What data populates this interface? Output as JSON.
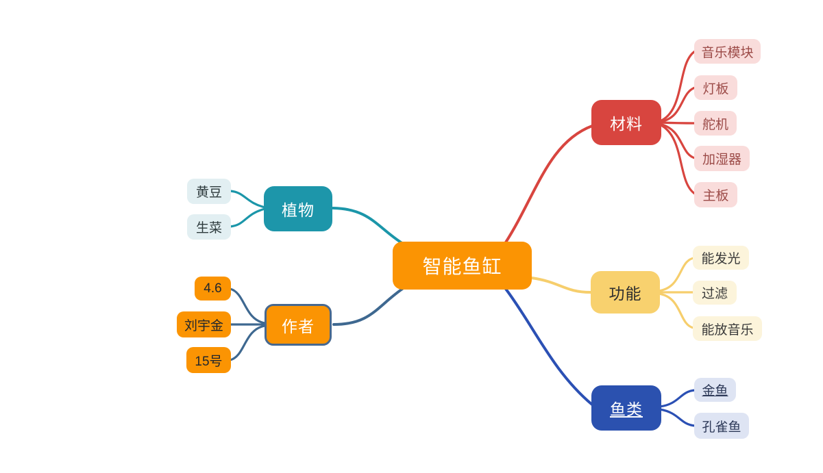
{
  "diagram": {
    "type": "mindmap",
    "background": "#ffffff",
    "root": {
      "label": "智能鱼缸",
      "color": "#FB9403",
      "text_color": "#ffffff"
    },
    "branches": [
      {
        "id": "materials",
        "label": "材料",
        "node_color": "#D8453F",
        "line_color": "#D8453F",
        "child_bg": "#F9DCDB",
        "child_text_color": "#9C4B48",
        "children": [
          "音乐模块",
          "灯板",
          "舵机",
          "加湿器",
          "主板"
        ]
      },
      {
        "id": "functions",
        "label": "功能",
        "node_color": "#F8D16E",
        "line_color": "#F6CE6C",
        "child_bg": "#FCF4DB",
        "child_text_color": "#3A3A3A",
        "children": [
          "能发光",
          "过滤",
          "能放音乐"
        ]
      },
      {
        "id": "fish",
        "label": "鱼类",
        "node_color": "#2B51AF",
        "line_color": "#2B50B4",
        "child_bg": "#DEE4F3",
        "child_text_color": "#2E3A59",
        "children": [
          "金鱼",
          "孔雀鱼"
        ]
      },
      {
        "id": "plants",
        "label": "植物",
        "node_color": "#1D96AA",
        "line_color": "#1B96A9",
        "child_bg": "#E2EFF2",
        "child_text_color": "#2D3A3C",
        "children": [
          "黄豆",
          "生菜"
        ]
      },
      {
        "id": "author",
        "label": "作者",
        "node_color": "#FB9403",
        "node_border_color": "#47688F",
        "line_color": "#3E6890",
        "child_bg": "#FB9403",
        "child_text_color": "#20262E",
        "children": [
          "4.6",
          "刘宇金",
          "15号"
        ]
      }
    ]
  }
}
